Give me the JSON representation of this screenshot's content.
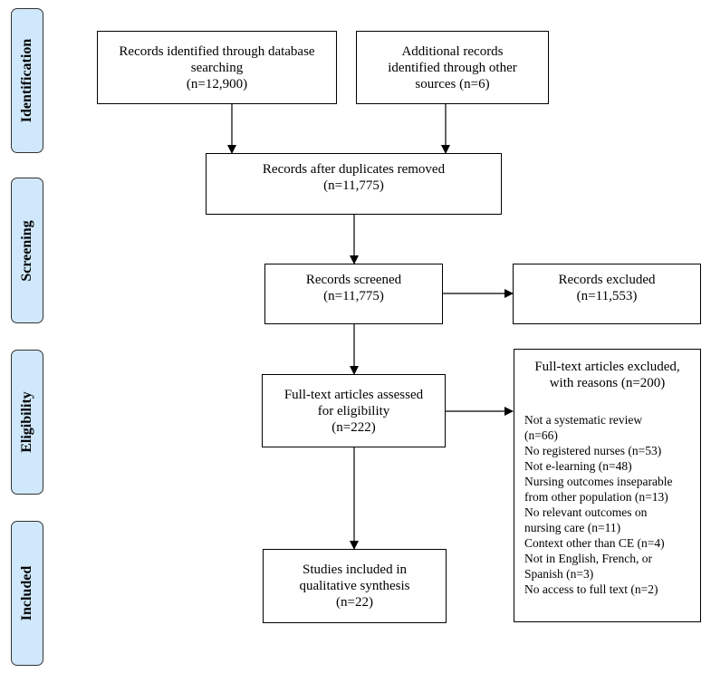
{
  "phases": [
    {
      "id": "identification",
      "label": "Identification"
    },
    {
      "id": "screening",
      "label": "Screening"
    },
    {
      "id": "eligibility",
      "label": "Eligibility"
    },
    {
      "id": "included",
      "label": "Included"
    }
  ],
  "boxes": {
    "db_search": [
      "Records identified through database",
      "searching",
      "(n=12,900)"
    ],
    "other_sources": [
      "Additional records",
      "identified through other",
      "sources (n=6)"
    ],
    "duplicates_removed": [
      "Records after duplicates removed",
      "(n=11,775)"
    ],
    "screened": [
      "Records screened",
      "(n=11,775)"
    ],
    "excluded": [
      "Records excluded",
      "(n=11,553)"
    ],
    "fulltext_assessed": [
      "Full-text articles assessed",
      "for eligibility",
      "(n=222)"
    ],
    "included": [
      "Studies included in",
      "qualitative synthesis",
      "(n=22)"
    ]
  },
  "fulltext_excluded": {
    "title": [
      "Full-text articles excluded,",
      "with reasons (n=200)"
    ],
    "reasons": [
      "Not a systematic review\n(n=66)",
      "No registered nurses (n=53)",
      "Not e-learning (n=48)",
      "Nursing outcomes inseparable\nfrom other population (n=13)",
      "No relevant outcomes on\nnursing care (n=11)",
      "Context other than CE (n=4)",
      "Not in English, French, or\nSpanish (n=3)",
      "No access to full text (n=2)"
    ]
  }
}
